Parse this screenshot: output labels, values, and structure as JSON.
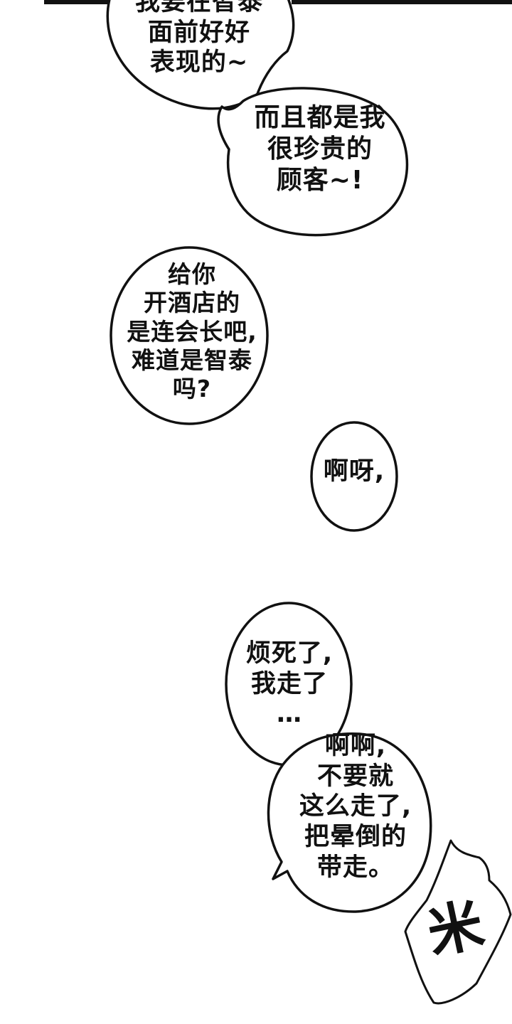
{
  "dialogue": {
    "bubble_1": "我要在智泰\n面前好好\n表现的~",
    "bubble_2": "而且都是我\n很珍贵的\n顾客~!",
    "bubble_3": "给你\n开酒店的\n是连会长吧,\n难道是智泰\n吗?",
    "bubble_4": "啊呀,",
    "bubble_5": "烦死了,\n我走了\n…",
    "bubble_6": "啊啊,\n不要就\n这么走了,\n把晕倒的\n带走。"
  },
  "sound_effect": {
    "text": "米"
  },
  "colors": {
    "ink": "#111111",
    "paper": "#ffffff"
  }
}
